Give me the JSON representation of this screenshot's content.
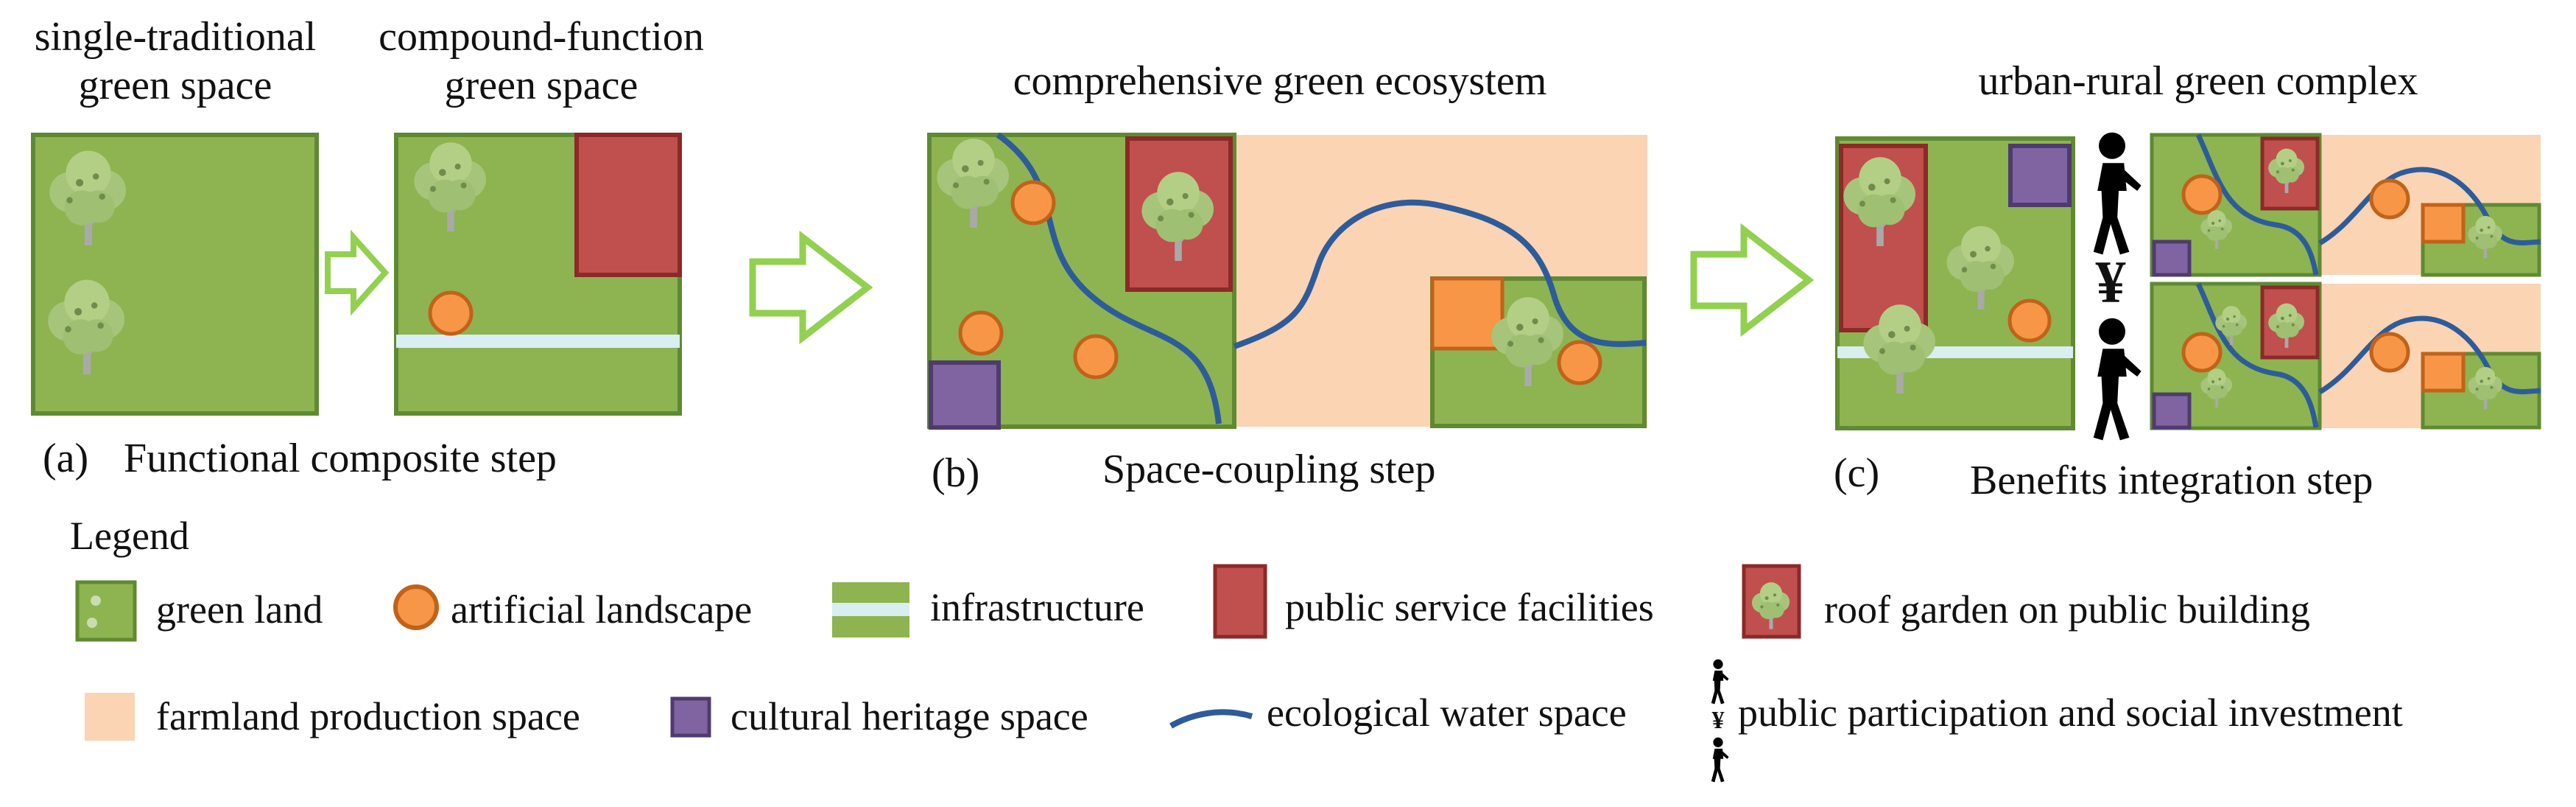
{
  "titles": {
    "single_traditional": [
      "single-traditional",
      "green space"
    ],
    "compound_function": [
      "compound-function",
      "green space"
    ],
    "comprehensive": "comprehensive green ecosystem",
    "urban_rural": "urban-rural green complex"
  },
  "steps": {
    "a_letter": "(a)",
    "a_label": "Functional composite step",
    "b_letter": "(b)",
    "b_label": "Space-coupling step",
    "c_letter": "(c)",
    "c_label": "Benefits integration step"
  },
  "yen_symbol": "¥",
  "legend": {
    "title": "Legend",
    "items": {
      "green_land": "green land",
      "artificial_landscape": "artificial landscape",
      "infrastructure": "infrastructure",
      "public_service": "public service facilities",
      "roof_garden": "roof garden on public building",
      "farmland": "farmland production space",
      "cultural_heritage": "cultural heritage space",
      "water": "ecological water space",
      "participation": "public participation and social investment"
    }
  },
  "colors": {
    "green_fill": "#8db450",
    "green_border": "#5e8a31",
    "red_fill": "#c0504d",
    "red_border": "#8b2a28",
    "farm_fill": "#fbd4b4",
    "purple_fill": "#8064a2",
    "purple_border": "#4f3b6e",
    "orange_fill": "#f79646",
    "orange_border": "#c0631a",
    "infra": "#d8eef0",
    "water": "#2e5c9a",
    "arrow": "#92d050",
    "person": "#000000"
  }
}
